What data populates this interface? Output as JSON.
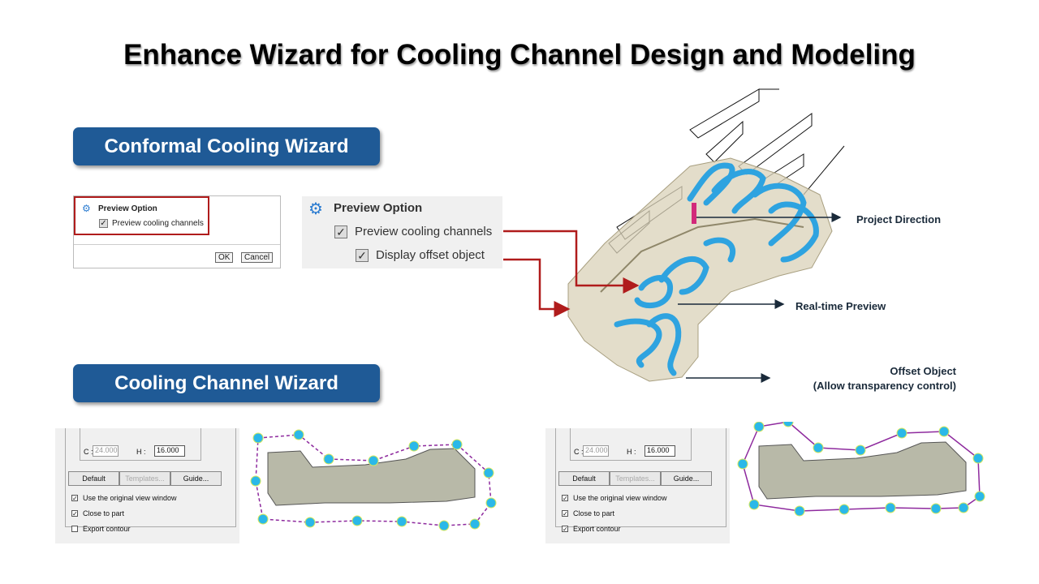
{
  "title": "Enhance Wizard for Cooling Channel Design and Modeling",
  "conformal_wizard": {
    "label": "Conformal Cooling Wizard",
    "dialog_small": {
      "section": "Preview Option",
      "option": "Preview cooling channels",
      "checked": true,
      "ok": "OK",
      "cancel": "Cancel"
    },
    "dialog_large": {
      "section": "Preview Option",
      "options": [
        {
          "label": "Preview cooling channels",
          "checked": true
        },
        {
          "label": "Display offset object",
          "checked": true
        }
      ]
    }
  },
  "callouts": {
    "project_direction": "Project Direction",
    "realtime_preview": "Real-time Preview",
    "offset_object": "Offset Object",
    "offset_object_note": "(Allow transparency control)"
  },
  "cooling_wizard": {
    "label": "Cooling Channel Wizard",
    "panels": [
      {
        "c_label": "C :",
        "c_value": "24.000",
        "h_label": "H :",
        "h_value": "16.000",
        "default": "Default",
        "templates": "Templates...",
        "guide": "Guide...",
        "options": [
          {
            "label": "Use the original view window",
            "checked": true
          },
          {
            "label": "Close to part",
            "checked": true
          },
          {
            "label": "Export contour",
            "checked": false
          }
        ]
      },
      {
        "c_label": "C :",
        "c_value": "24.000",
        "h_label": "H :",
        "h_value": "16.000",
        "default": "Default",
        "templates": "Templates...",
        "guide": "Guide...",
        "options": [
          {
            "label": "Use the original view window",
            "checked": true
          },
          {
            "label": "Close to part",
            "checked": true
          },
          {
            "label": "Export contour",
            "checked": true
          }
        ]
      }
    ]
  },
  "colors": {
    "button_blue": "#1f5a96",
    "highlight_red": "#b01c1c",
    "channel_blue": "#2ea3e0",
    "contour_purple": "#8e2a9e",
    "dot_cyan": "#2bb8e8"
  }
}
